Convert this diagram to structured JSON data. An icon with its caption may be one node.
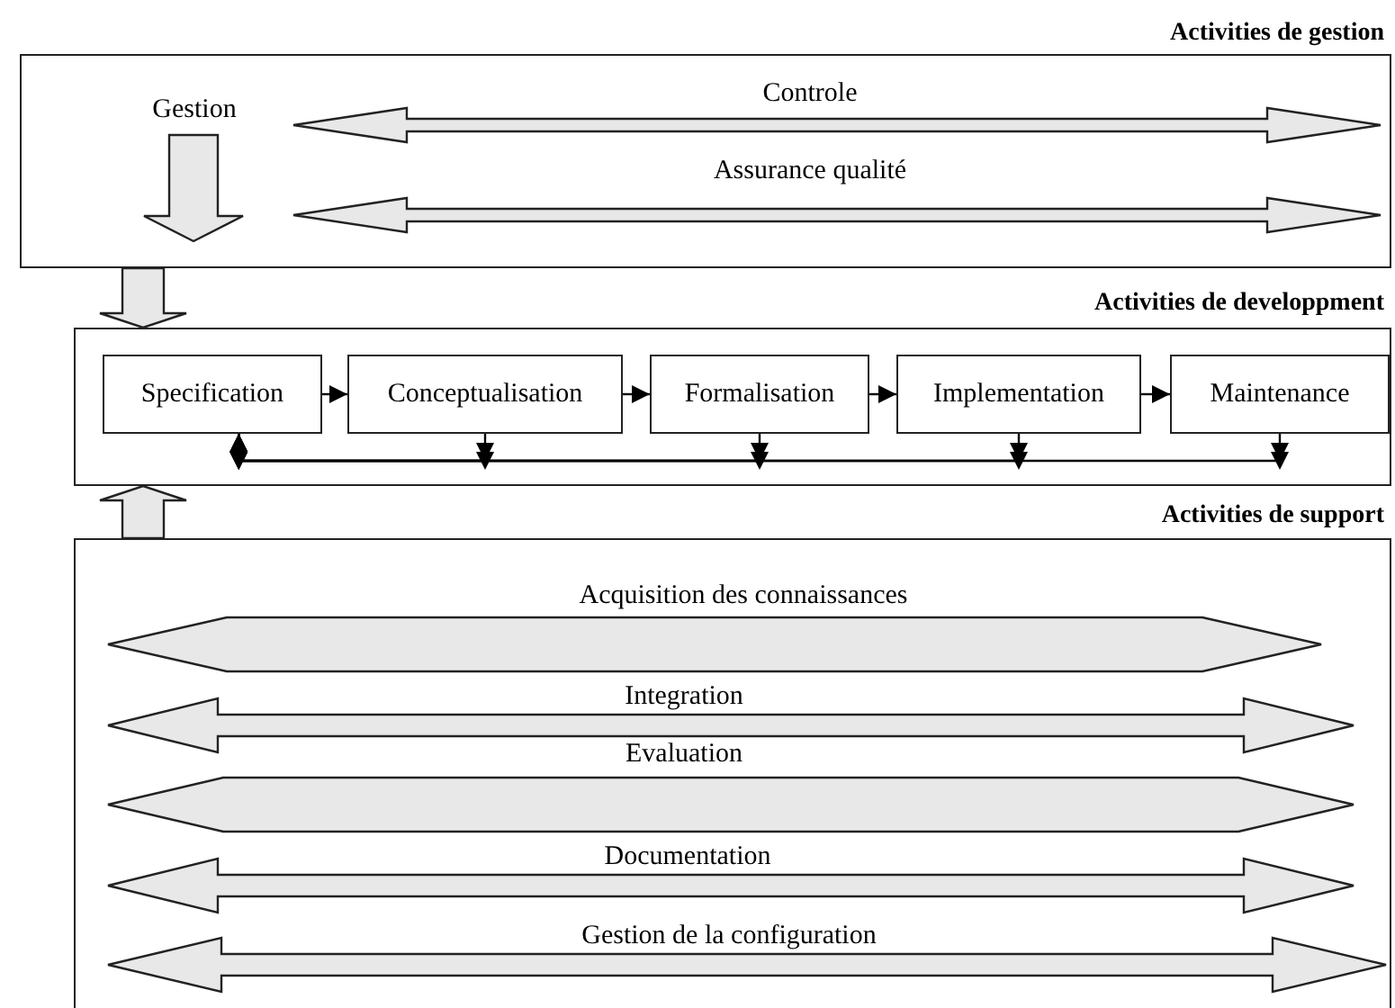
{
  "diagram": {
    "nodes": [
      {
        "text": [
          "Activities de gestion"
        ]
      },
      {
        "text": [
          "Gestion"
        ],
        "in": 0
      },
      {
        "text": [
          "Controle"
        ],
        "in": 0
      },
      {
        "text": [
          "Assurance qualité"
        ],
        "in": 0
      },
      {
        "text": [
          "Activities de developpment"
        ]
      },
      {
        "text": [
          "Specification"
        ],
        "in": 4
      },
      {
        "text": [
          "Conceptualisation"
        ],
        "in": 4
      },
      {
        "text": [
          "Formalisation"
        ],
        "in": 4
      },
      {
        "text": [
          "Implementation"
        ],
        "in": 4
      },
      {
        "text": [
          "Maintenance"
        ],
        "in": 4
      },
      {
        "text": [
          "Activities de support"
        ]
      },
      {
        "text": [
          "Acquisition des connaissances"
        ],
        "in": 10
      },
      {
        "text": [
          "Integration"
        ],
        "in": 10
      },
      {
        "text": [
          "Evaluation"
        ],
        "in": 10
      },
      {
        "text": [
          "Documentation"
        ],
        "in": 10
      },
      {
        "text": [
          "Gestion de la configuration"
        ],
        "in": 10
      }
    ],
    "edges": [
      {
        "from": 1,
        "to": null,
        "arrow": "to",
        "style": "thick"
      },
      {
        "from": 0,
        "to": 4,
        "arrow": "to",
        "style": "thick"
      },
      {
        "from": 10,
        "to": 4,
        "arrow": "to",
        "style": "thick"
      },
      {
        "from": 5,
        "to": 6,
        "arrow": "to"
      },
      {
        "from": 6,
        "to": 7,
        "arrow": "to"
      },
      {
        "from": 7,
        "to": 8,
        "arrow": "to"
      },
      {
        "from": 8,
        "to": 9,
        "arrow": "to"
      },
      {
        "from": 6,
        "to": 5,
        "arrow": "to"
      },
      {
        "from": 7,
        "to": 5,
        "arrow": "to"
      },
      {
        "from": 8,
        "to": 5,
        "arrow": "to"
      },
      {
        "from": 9,
        "to": 5,
        "arrow": "to"
      }
    ]
  }
}
